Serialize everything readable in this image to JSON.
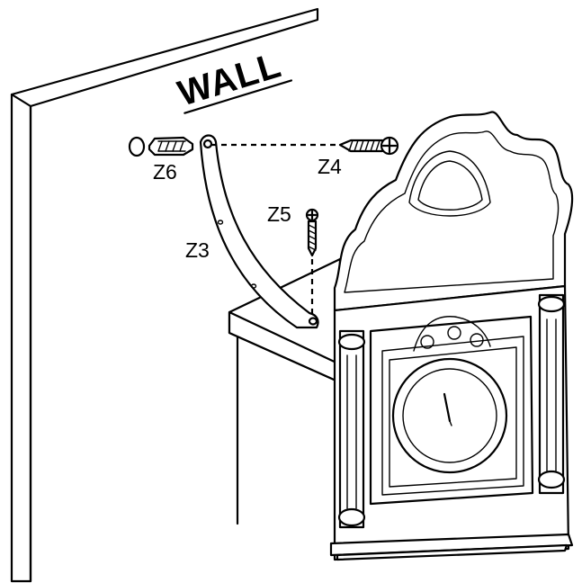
{
  "diagram": {
    "wall_label": "WALL",
    "parts": {
      "z3": "Z3",
      "z4": "Z4",
      "z5": "Z5",
      "z6": "Z6"
    }
  }
}
